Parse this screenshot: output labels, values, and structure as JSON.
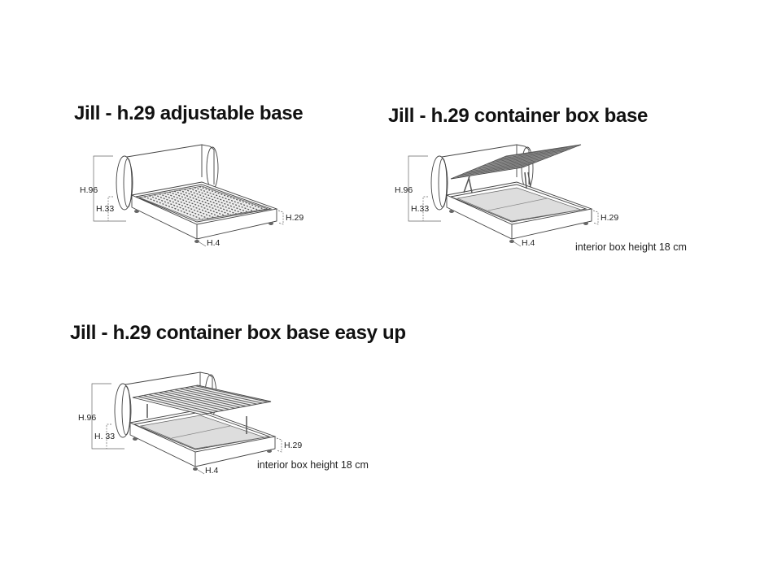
{
  "sections": [
    {
      "title": "Jill - h.29 adjustable base",
      "variant": "adjustable",
      "labels": {
        "h96": "H.96",
        "h33": "H.33",
        "h29": "H.29",
        "h4": "H.4"
      }
    },
    {
      "title": "Jill - h.29 container box base",
      "variant": "container",
      "labels": {
        "h96": "H.96",
        "h33": "H.33",
        "h29": "H.29",
        "h4": "H.4"
      },
      "note": "interior box height 18 cm"
    },
    {
      "title": "Jill - h.29 container box base easy up",
      "variant": "easyup",
      "labels": {
        "h96": "H.96",
        "h33": "H. 33",
        "h29": "H.29",
        "h4": "H.4"
      },
      "note": "interior box height 18 cm"
    }
  ]
}
